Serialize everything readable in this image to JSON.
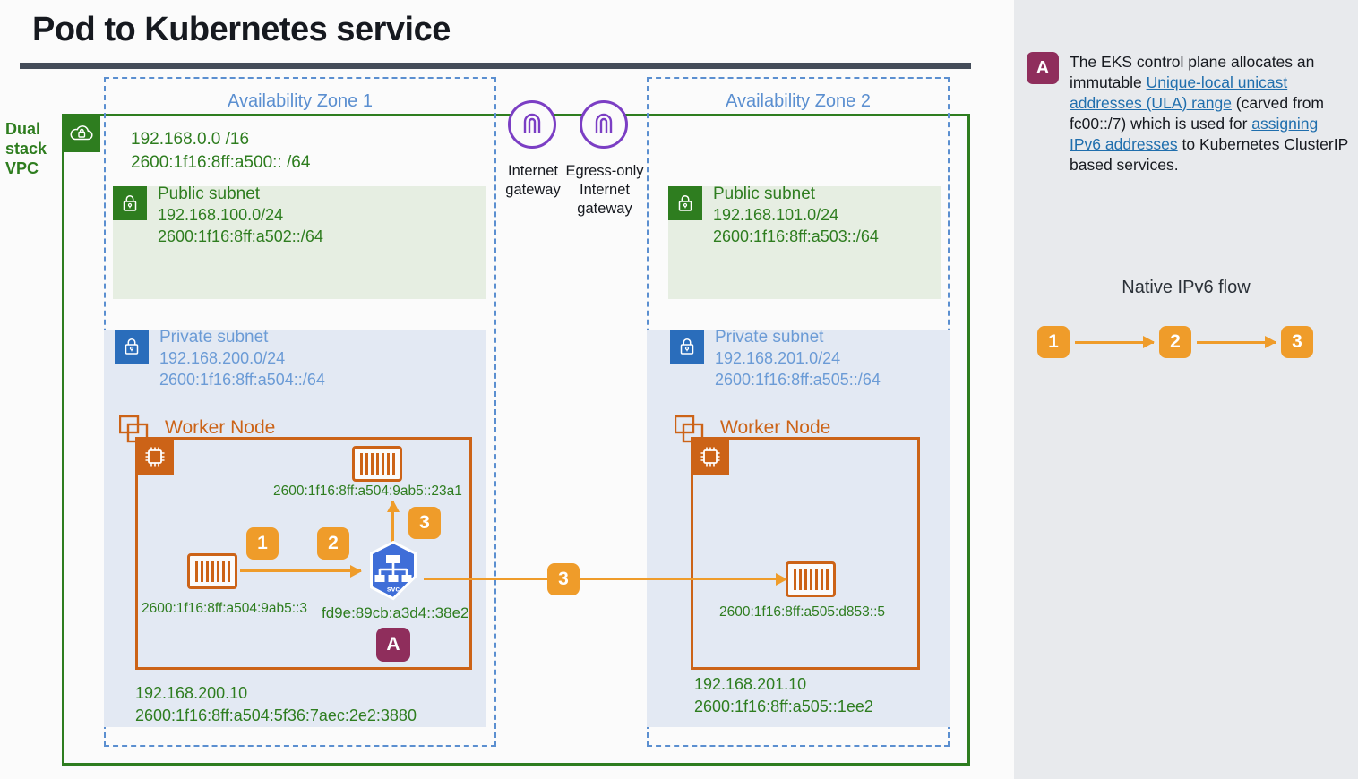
{
  "title": "Pod to Kubernetes service",
  "colors": {
    "vpc_green": "#2e7d1f",
    "az_blue": "#5b8fd0",
    "subnet_private_blue": "#2a6dbb",
    "worker_orange": "#cc6317",
    "flow_orange": "#ef9c2a",
    "annotation_magenta": "#8f2e5c",
    "gateway_purple": "#7b3ec4",
    "k8s_blue": "#3f6ed8",
    "link_blue": "#1f6ead",
    "panel_bg": "#e8eaed",
    "title_rule": "#444c59"
  },
  "vpc": {
    "label": "Dual stack VPC",
    "label_lines": [
      "Dual",
      "stack",
      "VPC"
    ],
    "icon": "vpc-cloud-lock-icon",
    "cidr_ipv4": "192.168.0.0 /16",
    "cidr_ipv6": "2600:1f16:8ff:a500:: /64"
  },
  "gateways": [
    {
      "name": "internet-gateway",
      "label": "Internet gateway",
      "label_lines": [
        "Internet",
        "gateway"
      ],
      "icon": "internet-gateway-icon"
    },
    {
      "name": "egress-only-internet-gateway",
      "label": "Egress-only Internet gateway",
      "label_lines": [
        "Egress-only",
        "Internet",
        "gateway"
      ],
      "icon": "egress-only-internet-gateway-icon"
    }
  ],
  "zones": [
    {
      "title": "Availability Zone 1",
      "public_subnet": {
        "name": "Public subnet",
        "ipv4": "192.168.100.0/24",
        "ipv6": "2600:1f16:8ff:a502::/64",
        "icon": "lock-icon"
      },
      "private_subnet": {
        "name": "Private subnet",
        "ipv4": "192.168.200.0/24",
        "ipv6": "2600:1f16:8ff:a504::/64",
        "icon": "lock-icon"
      },
      "worker_node": {
        "label": "Worker Node",
        "icon": "chip-icon",
        "node_ipv4": "192.168.200.10",
        "node_ipv6": "2600:1f16:8ff:a504:5f36:7aec:2e2:3880",
        "pods": [
          {
            "name": "source-pod",
            "address": "2600:1f16:8ff:a504:9ab5::3"
          },
          {
            "name": "backend-pod",
            "address": "2600:1f16:8ff:a504:9ab5::23a1"
          }
        ],
        "service": {
          "name": "kubernetes-service",
          "icon": "k8s-svc-icon",
          "icon_label": "svc",
          "address": "fd9e:89cb:a3d4::38e2",
          "annotation_ref": "A"
        }
      }
    },
    {
      "title": "Availability Zone 2",
      "public_subnet": {
        "name": "Public subnet",
        "ipv4": "192.168.101.0/24",
        "ipv6": "2600:1f16:8ff:a503::/64",
        "icon": "lock-icon"
      },
      "private_subnet": {
        "name": "Private subnet",
        "ipv4": "192.168.201.0/24",
        "ipv6": "2600:1f16:8ff:a505::/64",
        "icon": "lock-icon"
      },
      "worker_node": {
        "label": "Worker Node",
        "icon": "chip-icon",
        "node_ipv4": "192.168.201.10",
        "node_ipv6": "2600:1f16:8ff:a505::1ee2",
        "pods": [
          {
            "name": "target-pod",
            "address": "2600:1f16:8ff:a505:d853::5"
          }
        ]
      }
    }
  ],
  "flow_steps": {
    "step1": "1",
    "step2": "2",
    "step3": "3",
    "step3_cross_az": "3"
  },
  "annotation": {
    "marker": "A",
    "segments": [
      {
        "text": "The EKS control plane allocates an immutable ",
        "link": false
      },
      {
        "text": "Unique-local unicast addresses (ULA) range",
        "link": true
      },
      {
        "text": " (carved from fc00::/7) which is used for ",
        "link": false
      },
      {
        "text": "assigning IPv6 addresses",
        "link": true
      },
      {
        "text": " to Kubernetes ClusterIP based services.",
        "link": false
      }
    ]
  },
  "legend": {
    "title": "Native IPv6 flow",
    "steps": [
      "1",
      "2",
      "3"
    ]
  }
}
